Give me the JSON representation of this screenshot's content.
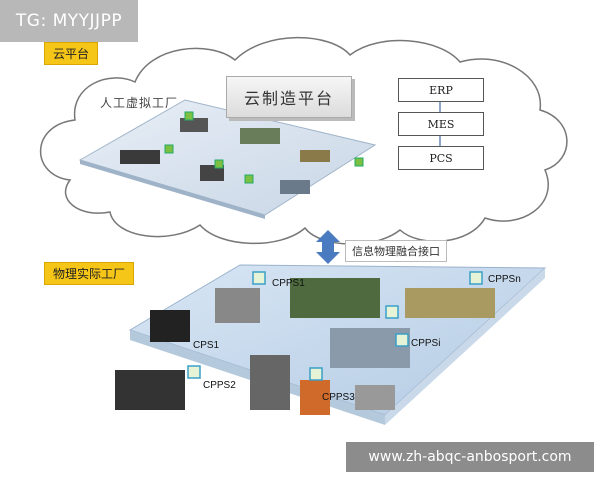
{
  "tag": "TG: MYYJJPP",
  "cloud": {
    "label": "云平台",
    "platform": "云制造平台",
    "virtual_factory": "人工虚拟工厂",
    "systems": [
      "ERP",
      "MES",
      "PCS"
    ]
  },
  "interface_label": "信息物理融合接口",
  "physical": {
    "label": "物理实际工厂",
    "nodes": [
      "CPPS1",
      "CPPSn",
      "CPS1",
      "CPPSi",
      "CPPS2",
      "CPPS3"
    ]
  },
  "watermark": "www.zh-abqc-anbosport.com",
  "colors": {
    "accent": "#f5c518",
    "plane": "#c6d9ee",
    "cloud_border": "#666666"
  }
}
